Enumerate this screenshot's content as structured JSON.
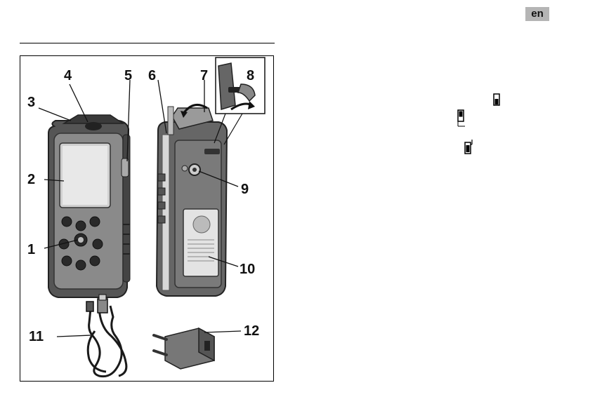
{
  "header": {
    "language": "en"
  },
  "figure": {
    "callouts": {
      "c1": "1",
      "c2": "2",
      "c3": "3",
      "c4": "4",
      "c5": "5",
      "c6": "6",
      "c7": "7",
      "c8": "8",
      "c9": "9",
      "c10": "10",
      "c11": "11",
      "c12": "12"
    }
  },
  "symbols": [
    {
      "name": "device-reference-front-icon"
    },
    {
      "name": "device-reference-rear-icon"
    },
    {
      "name": "device-reference-tripod-icon"
    }
  ]
}
